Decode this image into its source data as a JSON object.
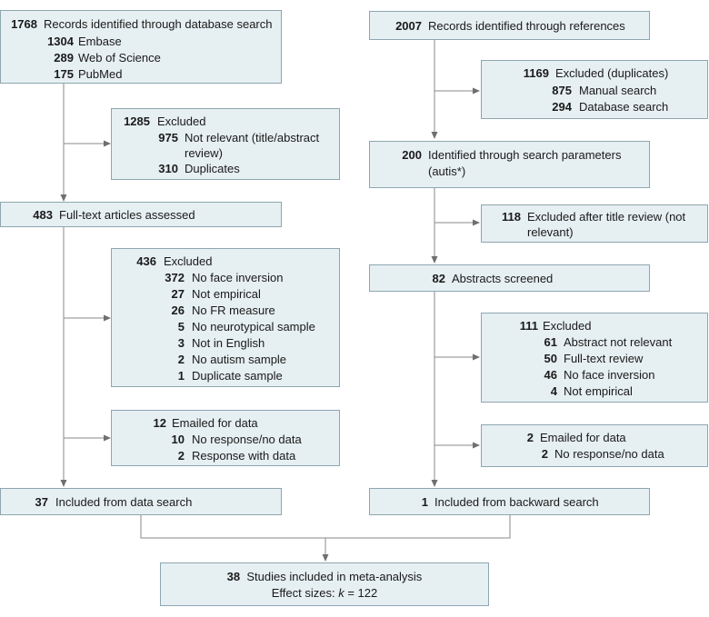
{
  "left": {
    "search": {
      "n": "1768",
      "t": "Records identified through database search",
      "items": [
        {
          "n": "1304",
          "t": "Embase"
        },
        {
          "n": "289",
          "t": "Web of Science"
        },
        {
          "n": "175",
          "t": "PubMed"
        }
      ]
    },
    "excluded1": {
      "n": "1285",
      "t": "Excluded",
      "items": [
        {
          "n": "975",
          "t": "Not relevant (title/abstract",
          "t2": "review)"
        },
        {
          "n": "310",
          "t": "Duplicates"
        }
      ]
    },
    "fulltext": {
      "n": "483",
      "t": "Full-text articles assessed"
    },
    "excluded2": {
      "n": "436",
      "t": "Excluded",
      "items": [
        {
          "n": "372",
          "t": "No face inversion"
        },
        {
          "n": "27",
          "t": "Not empirical"
        },
        {
          "n": "26",
          "t": "No FR measure"
        },
        {
          "n": "5",
          "t": "No neurotypical sample"
        },
        {
          "n": "3",
          "t": "Not in English"
        },
        {
          "n": "2",
          "t": "No autism sample"
        },
        {
          "n": "1",
          "t": "Duplicate sample"
        }
      ]
    },
    "emailed": {
      "n": "12",
      "t": "Emailed for data",
      "items": [
        {
          "n": "10",
          "t": "No response/no data"
        },
        {
          "n": "2",
          "t": "Response with data"
        }
      ]
    },
    "included": {
      "n": "37",
      "t": "Included from data search"
    }
  },
  "right": {
    "refs": {
      "n": "2007",
      "t": "Records identified through references"
    },
    "excluded1": {
      "n": "1169",
      "t": "Excluded (duplicates)",
      "items": [
        {
          "n": "875",
          "t": "Manual search"
        },
        {
          "n": "294",
          "t": "Database search"
        }
      ]
    },
    "identified": {
      "n": "200",
      "t": "Identified through search parameters",
      "t2": "(autis*)"
    },
    "excluded2": {
      "n": "118",
      "t": "Excluded after title review (not",
      "t2": "relevant)"
    },
    "abstracts": {
      "n": "82",
      "t": "Abstracts screened"
    },
    "excluded3": {
      "n": "111",
      "t": "Excluded",
      "items": [
        {
          "n": "61",
          "t": "Abstract not relevant"
        },
        {
          "n": "50",
          "t": "Full-text review"
        },
        {
          "n": "46",
          "t": "No face inversion"
        },
        {
          "n": "4",
          "t": "Not empirical"
        }
      ]
    },
    "emailed": {
      "n": "2",
      "t": "Emailed for data",
      "items": [
        {
          "n": "2",
          "t": "No response/no data"
        }
      ]
    },
    "included": {
      "n": "1",
      "t": "Included from backward search"
    }
  },
  "final": {
    "n": "38",
    "t": "Studies included in meta-analysis",
    "effect_prefix": "Effect sizes: ",
    "k": "k",
    "effect_value": " = 122"
  }
}
